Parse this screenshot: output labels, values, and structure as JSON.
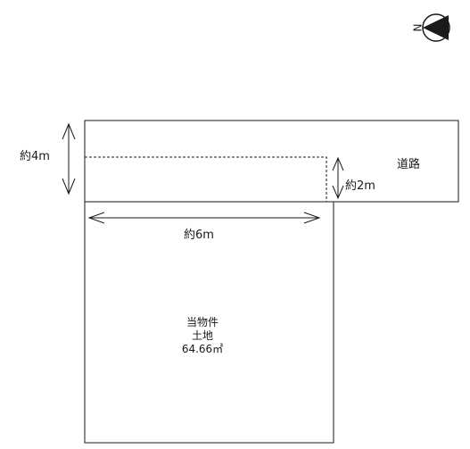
{
  "plan": {
    "road_label": "道路",
    "road_width_label": "約4m",
    "setback_label": "約2m",
    "frontage_label": "約6m",
    "property": {
      "line1": "当物件",
      "line2": "土地",
      "area": "64.66㎡"
    },
    "north_marker": "N"
  },
  "colors": {
    "line": "#1a1a1a",
    "background": "#ffffff"
  }
}
